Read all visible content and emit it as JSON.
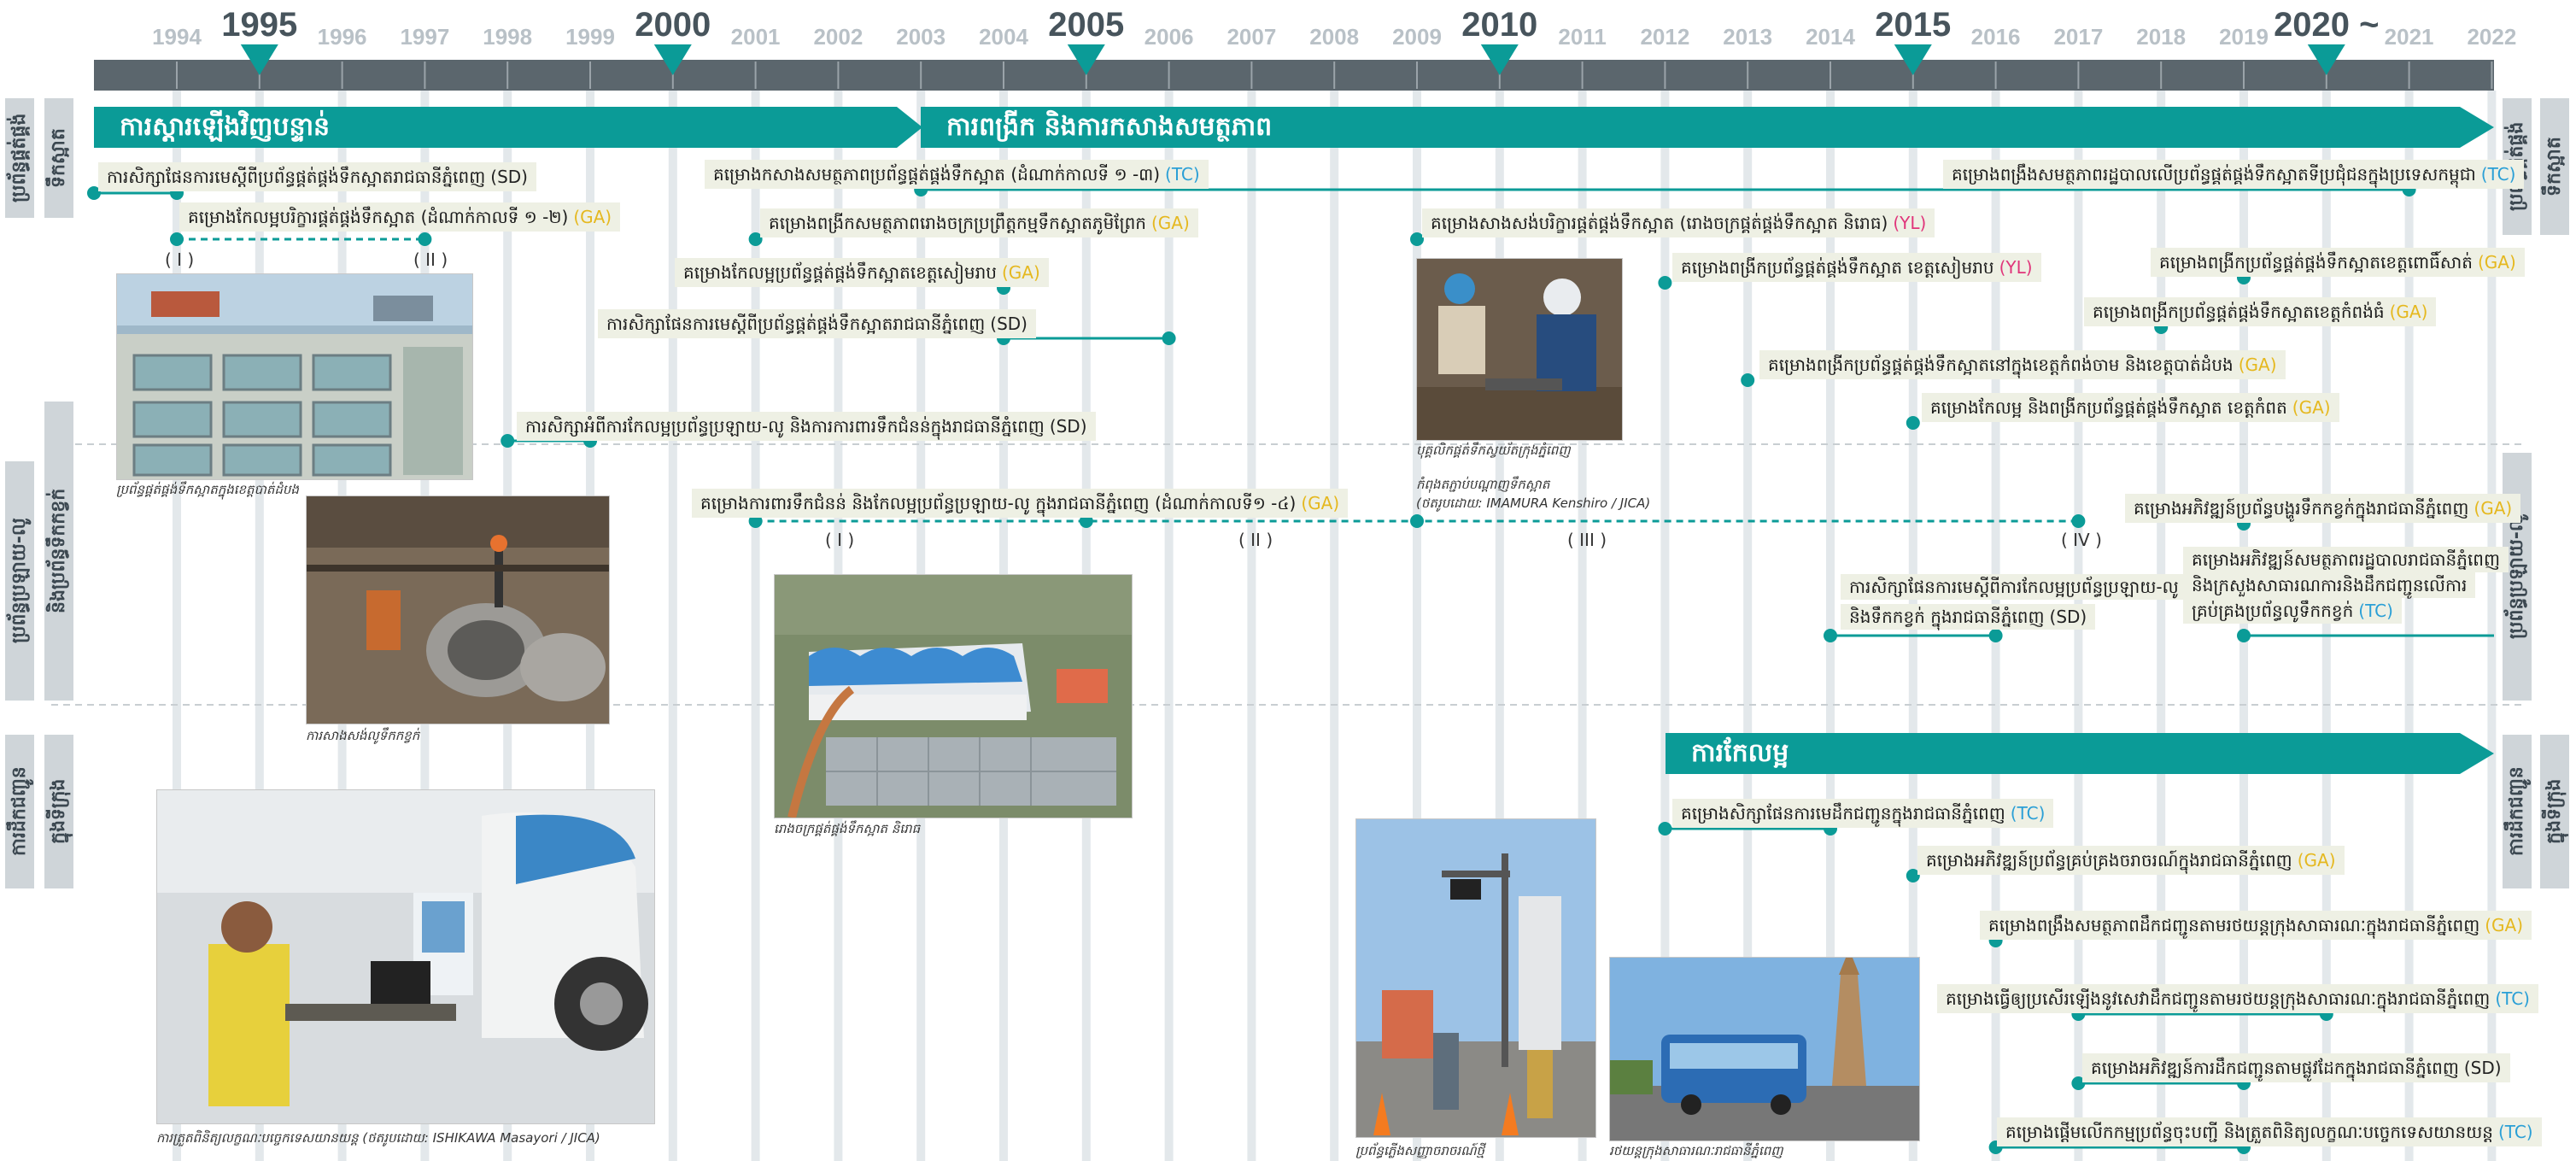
{
  "colors": {
    "teal": "#0b9b97",
    "bar": "#5b666d",
    "grid": "#d9dfe3",
    "tc": "#2a9fd6",
    "ga": "#e5b81f",
    "yl": "#e0357a",
    "sd": "#222222",
    "label_bg": "#eef0e4"
  },
  "timeline": {
    "years": [
      "1994",
      "1995",
      "1996",
      "1997",
      "1998",
      "1999",
      "2000",
      "2001",
      "2002",
      "2003",
      "2004",
      "2005",
      "2006",
      "2007",
      "2008",
      "2009",
      "2010",
      "2011",
      "2012",
      "2013",
      "2014",
      "2015",
      "2016",
      "2017",
      "2018",
      "2019",
      "2020 ~",
      "2021",
      "2022"
    ],
    "major_years": [
      "1995",
      "2000",
      "2005",
      "2010",
      "2015",
      "2020 ~"
    ]
  },
  "phases": {
    "p1": "ការស្តារឡើងវិញបន្ទាន់",
    "p2": "ការពង្រីក និងការកសាងសមត្ថភាព",
    "p3": "ការកែលម្អ"
  },
  "sections": {
    "water_left_a": "ប្រព័ន្ធផ្គត់ផ្គង់",
    "water_left_b": "ទឹកស្អាត",
    "drain_left_a": "ប្រព័ន្ធប្រឡាយ-លូ",
    "drain_left_b": "និងប្រព័ន្ធទឹកកខ្វក់",
    "transport_left_a": "ការដឹកជញ្ជូន",
    "transport_left_b": "ក្នុងទីក្រុង",
    "water_right_a": "ប្រព័ន្ធផ្គត់ផ្គង់",
    "water_right_b": "ទឹកស្អាត",
    "drain_right": "ប្រព័ន្ធប្រឡាយ-លូ",
    "transport_right_a": "ការដឹកជញ្ជូន",
    "transport_right_b": "ក្នុងទីក្រុង"
  },
  "projects": {
    "w1": {
      "text": "ការសិក្សាផែនការមេស្តីពីប្រព័ន្ធផ្គត់ផ្គង់ទឹកស្អាតរាជធានីភ្នំពេញ",
      "tag": "(SD)"
    },
    "w2": {
      "text": "គម្រោងកែលម្អបរិក្ខារផ្គត់ផ្គង់ទឹកស្អាត (ដំណាក់កាលទី ១ -២)",
      "tag": "(GA)"
    },
    "w3": {
      "text": "គម្រោងកសាងសមត្ថភាពប្រព័ន្ធផ្គត់ផ្គង់ទឹកស្អាត (ដំណាក់កាលទី ១ -៣)",
      "tag": "(TC)"
    },
    "w4": {
      "text": "គម្រោងពង្រីកសមត្ថភាពរោងចក្រប្រព្រឹត្តកម្មទឹកស្អាតភូមិព្រែក",
      "tag": "(GA)"
    },
    "w5": {
      "text": "គម្រោងកែលម្អប្រព័ន្ធផ្គត់ផ្គង់ទឹកស្អាតខេត្តសៀមរាប",
      "tag": "(GA)"
    },
    "w6": {
      "text": "ការសិក្សាផែនការមេស្តីពីប្រព័ន្ធផ្គត់ផ្គង់ទឹកស្អាតរាជធានីភ្នំពេញ",
      "tag": "(SD)"
    },
    "w7": {
      "text": "គម្រោងសាងសង់បរិក្ខារផ្គត់ផ្គង់ទឹកស្អាត (រោងចក្រផ្គត់ផ្គង់ទឹកស្អាត និរោធ)",
      "tag": "(YL)"
    },
    "w8": {
      "text": "គម្រោងពង្រីកប្រព័ន្ធផ្គត់ផ្គង់ទឹកស្អាត ខេត្តសៀមរាប",
      "tag": "(YL)"
    },
    "w9": {
      "text": "គម្រោងពង្រឹងសមត្ថភាពរដ្ឋបាលលើប្រព័ន្ធផ្គត់ផ្គង់ទឹកស្អាតទីប្រជុំជនក្នុងប្រទេសកម្ពុជា",
      "tag": "(TC)"
    },
    "w10": {
      "text": "គម្រោងពង្រីកប្រព័ន្ធផ្គត់ផ្គង់ទឹកស្អាតខេត្តពោធិ៍សាត់",
      "tag": "(GA)"
    },
    "w11": {
      "text": "គម្រោងពង្រីកប្រព័ន្ធផ្គត់ផ្គង់ទឹកស្អាតខេត្តកំពង់ធំ",
      "tag": "(GA)"
    },
    "w12": {
      "text": "គម្រោងពង្រីកប្រព័ន្ធផ្គត់ផ្គង់ទឹកស្អាតនៅក្នុងខេត្តកំពង់ចាម និងខេត្តបាត់ដំបង",
      "tag": "(GA)"
    },
    "w13": {
      "text": "គម្រោងកែលម្អ និងពង្រីកប្រព័ន្ធផ្គត់ផ្គង់ទឹកស្អាត ខេត្តកំពត",
      "tag": "(GA)"
    },
    "d1": {
      "text": "ការសិក្សាអំពីការកែលម្អប្រព័ន្ធប្រឡាយ-លូ និងការការពារទឹកជំនន់ក្នុងរាជធានីភ្នំពេញ",
      "tag": "(SD)"
    },
    "d2": {
      "text": "គម្រោងការពារទឹកជំនន់ និងកែលម្អប្រព័ន្ធប្រឡាយ-លូ ក្នុងរាជធានីភ្នំពេញ (ដំណាក់កាលទី១ -៤)",
      "tag": "(GA)"
    },
    "d3": {
      "text": "គម្រោងអភិវឌ្ឍន៍ប្រព័ន្ធបង្ហូរទឹកកខ្វក់ក្នុងរាជធានីភ្នំពេញ",
      "tag": "(GA)"
    },
    "d4a": {
      "text": "គម្រោងអភិវឌ្ឍន៍សមត្ថភាពរដ្ឋបាលរាជធានីភ្នំពេញ"
    },
    "d4b": {
      "text": "និងក្រសួងសាធារណការនិងដឹកជញ្ជូនលើការ"
    },
    "d4c": {
      "text": "គ្រប់គ្រងប្រព័ន្ធលូទឹកកខ្វក់",
      "tag": "(TC)"
    },
    "d5a": {
      "text": "ការសិក្សាផែនការមេស្តីពីការកែលម្អប្រព័ន្ធប្រឡាយ-លូ"
    },
    "d5b": {
      "text": "និងទឹកកខ្វក់ ក្នុងរាជធានីភ្នំពេញ",
      "tag": "(SD)"
    },
    "t1": {
      "text": "គម្រោងសិក្សាផែនការមេដឹកជញ្ជូនក្នុងរាជធានីភ្នំពេញ",
      "tag": "(TC)"
    },
    "t2": {
      "text": "គម្រោងអភិវឌ្ឍន៍ប្រព័ន្ធគ្រប់គ្រងចរាចរណ៍ក្នុងរាជធានីភ្នំពេញ",
      "tag": "(GA)"
    },
    "t3": {
      "text": "គម្រោងពង្រឹងសមត្ថភាពដឹកជញ្ជូនតាមរថយន្តក្រុងសាធារណៈក្នុងរាជធានីភ្នំពេញ",
      "tag": "(GA)"
    },
    "t4": {
      "text": "គម្រោងធ្វើឲ្យប្រសើរឡើងនូវសេវាដឹកជញ្ជូនតាមរថយន្តក្រុងសាធារណៈក្នុងរាជធានីភ្នំពេញ",
      "tag": "(TC)"
    },
    "t5": {
      "text": "គម្រោងអភិវឌ្ឍន៍ការដឹកជញ្ជូនតាមផ្លូវដែកក្នុងរាជធានីភ្នំពេញ",
      "tag": "(SD)"
    },
    "t6": {
      "text": "គម្រោងផ្ដើមលើកកម្មប្រព័ន្ធចុះបញ្ជី និងត្រួតពិនិត្យលក្ខណៈបច្ចេកទេសយានយន្ត",
      "tag": "(TC)"
    }
  },
  "roman": {
    "i": "( I )",
    "ii": "( II )",
    "iii": "( III )",
    "iv": "( IV )"
  },
  "captions": {
    "c1": "ប្រព័ន្ធផ្គត់ផ្គង់ទឹកស្អាតក្នុងខេត្តបាត់ដំបង",
    "c2": "ការសាងសង់លូទឹកកខ្វក់",
    "c3": "រោងចក្រផ្គត់ផ្គង់ទឹកស្អាត និរោធ",
    "c4a": "បុគ្គលិកផ្គត់ទឹកស្វយ័តក្រុងភ្នំពេញ",
    "c4b": "កំពុងតភ្ជាប់បណ្ដាញទឹកស្អាត",
    "c4c": "(ថតរូបដោយ: IMAMURA Kenshiro / JICA)",
    "c5": "ការត្រួតពិនិត្យលក្ខណៈបច្ចេកទេសយានយន្ត (ថតរូបដោយ: ISHIKAWA Masayori / JICA)",
    "c6": "ប្រព័ន្ធភ្លើងសញ្ញាចរាចរណ៍ថ្មី",
    "c7": "រថយន្តក្រុងសាធារណៈរាជធានីភ្នំពេញ"
  }
}
